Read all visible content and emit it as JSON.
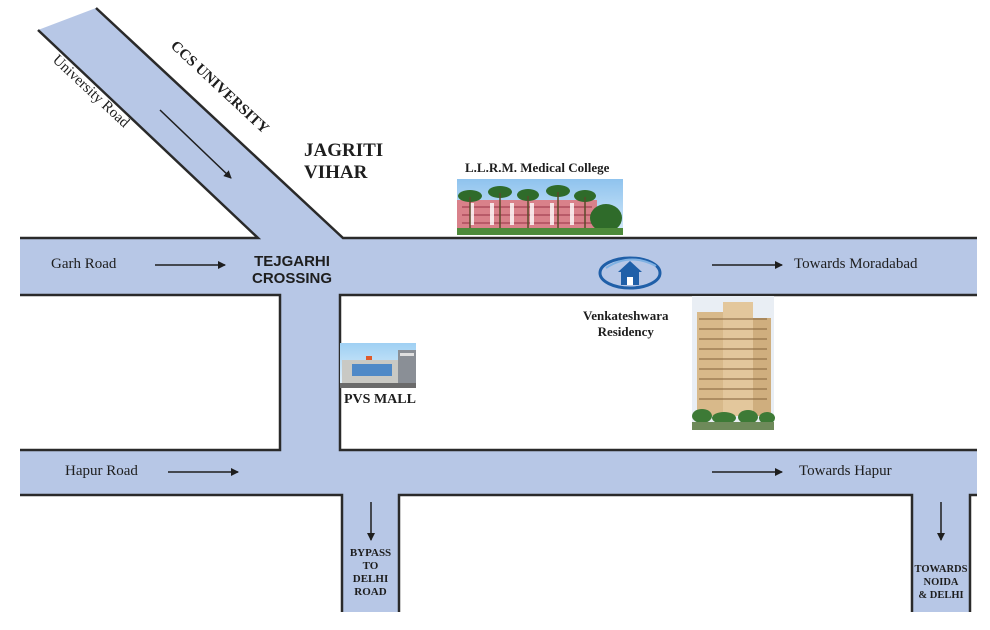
{
  "map": {
    "colors": {
      "road_fill": "#b7c7e6",
      "road_edge": "#2a2a2a",
      "text": "#1e1e1e",
      "logo_blue": "#1f5fa8"
    },
    "roads": {
      "university_road": "University Road",
      "garh_road": "Garh Road",
      "hapur_road": "Hapur Road",
      "towards_moradabad": "Towards Moradabad",
      "towards_hapur": "Towards Hapur",
      "bypass_line1": "BYPASS",
      "bypass_line2": "TO",
      "bypass_line3": "DELHI",
      "bypass_line4": "ROAD",
      "noida_line1": "TOWARDS",
      "noida_line2": "NOIDA",
      "noida_line3": "& DELHI"
    },
    "places": {
      "ccs_university": "CCS UNIVERSITY",
      "jagriti_line1": "JAGRITI",
      "jagriti_line2": "VIHAR",
      "tejgarhi_line1": "TEJGARHI",
      "tejgarhi_line2": "CROSSING",
      "medical_college": "L.L.R.M. Medical College",
      "venkateshwara_line1": "Venkateshwara",
      "venkateshwara_line2": "Residency",
      "pvs_mall": "PVS MALL"
    },
    "icons": {
      "direction_arrow": "arrow-right-icon",
      "down_arrow": "arrow-down-icon",
      "residency_logo": "house-globe-logo-icon"
    }
  }
}
